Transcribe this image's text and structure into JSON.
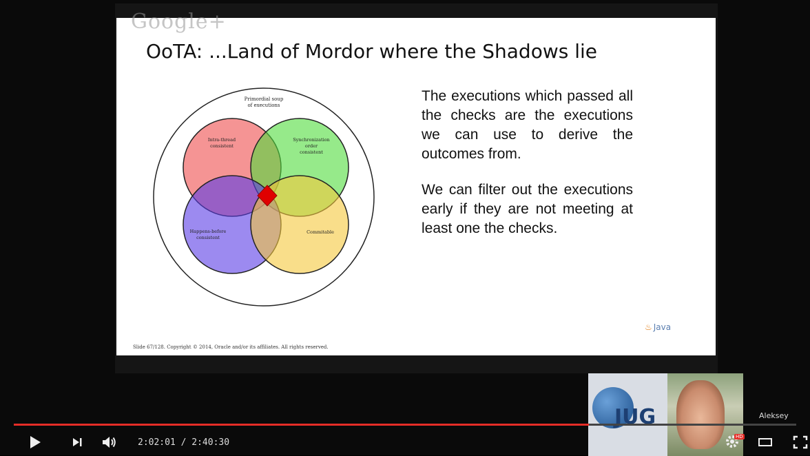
{
  "slide": {
    "watermark": "Google+",
    "title": "OoTA: ...Land of Mordor where the Shadows lie",
    "paragraphs": [
      "The executions which passed all the checks are the executions we can use to derive the outcomes from.",
      "We can filter out the executions early if they are not meeting at least one the checks."
    ],
    "venn": {
      "outer_label_1": "Primordial soup",
      "outer_label_2": "of executions",
      "red_label_1": "Intra-thread",
      "red_label_2": "consistent",
      "green_label_1": "Synchronization",
      "green_label_2": "order",
      "green_label_3": "consistent",
      "blue_label_1": "Happens-before",
      "blue_label_2": "consistent",
      "yellow_label": "Commitable"
    },
    "footer": "Slide 67/128. Copyright © 2014, Oracle and/or its affiliates. All rights reserved.",
    "java_logo": "Java"
  },
  "webcam": {
    "logo_text": "JUG",
    "presenter_name": "Aleksey"
  },
  "player": {
    "time_display": "2:02:01 / 2:40:30",
    "progress": 0.735,
    "hd_badge": "HD",
    "accent_color": "#e52d27"
  }
}
